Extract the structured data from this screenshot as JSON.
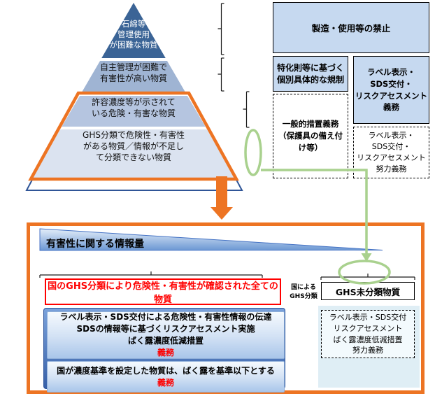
{
  "pyramid": {
    "tiers": [
      {
        "label": "石綿等\n管理使用\nが困難な物質"
      },
      {
        "label": "自主管理が困難で\n有害性が高い物質"
      },
      {
        "label": "許容濃度等が示されて\nいる危険・有害な物質"
      },
      {
        "label": "GHS分類で危険性・有害性\nがある物質／情報が不足し\nて分類できない物質"
      }
    ]
  },
  "regulation_boxes": {
    "ban": "製造・使用等の禁止",
    "specific_regulation": "特化則等に基づく\n個別具体的な規制",
    "label_sds_duty": "ラベル表示・\nSDS交付・\nリスクアセスメント\n義務",
    "general_measures": "一般的措置義務\n（保護具の備え付\nけ等）",
    "label_sds_effort": "ラベル表示・\nSDS交付・\nリスクアセスメント\n努力義務"
  },
  "bottom_panel": {
    "wedge_label": "有害性に関する情報量",
    "red_box": "国のGHS分類により危険性・有害性が確認された全ての物質",
    "ghs_by_state": "国による\nGHS分類",
    "ghs_unclassified": "GHS未分類物質",
    "duty_box_top": {
      "lines": "ラベル表示・SDS交付による危険性・有害性情報の伝達\nSDSの情報等に基づくリスクアセスメント実施\nばく露濃度低減措置",
      "emphasis": "義務"
    },
    "duty_box_bottom": {
      "text": "国が濃度基準を設定した物質は、ばく露を基準以下とする",
      "emphasis": "義務"
    },
    "effort_box": "ラベル表示・SDS交付\nリスクアセスメント\nばく露濃度低減措置\n努力義務"
  },
  "colors": {
    "orange_accent": "#ED7423",
    "green_accent": "#A9D18E",
    "red_accent": "#FF0000",
    "regulation_box_fill": "#C6D9F0",
    "tier1_fill": "#3B6496",
    "tier2_fill": "#9FB4D3",
    "tier3_fill": "#B5C5E0",
    "tier4_fill": "#DBE3F0",
    "duty_container_fill": "#3760A8",
    "unclassified_panel_fill": "#DFEEF5"
  }
}
